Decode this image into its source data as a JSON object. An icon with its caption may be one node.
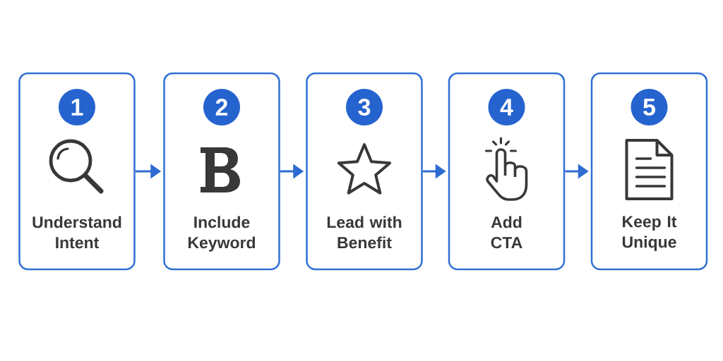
{
  "diagram": {
    "nodes": [
      {
        "text": [
          "Understand Intent"
        ]
      },
      {
        "text": [
          "1"
        ],
        "in": 0
      },
      {
        "text": [
          "Include Keyword"
        ]
      },
      {
        "text": [
          "2"
        ],
        "in": 2
      },
      {
        "text": [
          "Lead with Benefit"
        ]
      },
      {
        "text": [
          "3"
        ],
        "in": 4
      },
      {
        "text": [
          "Add CTA"
        ]
      },
      {
        "text": [
          "4"
        ],
        "in": 6
      },
      {
        "text": [
          "Keep It Unique"
        ]
      },
      {
        "text": [
          "5"
        ],
        "in": 8
      }
    ],
    "edges": [
      {
        "from": 0,
        "to": 2,
        "arrow": "to"
      },
      {
        "from": 2,
        "to": 4,
        "arrow": "to"
      },
      {
        "from": 4,
        "to": 6,
        "arrow": "to"
      },
      {
        "from": 6,
        "to": 8,
        "arrow": "to"
      }
    ]
  }
}
